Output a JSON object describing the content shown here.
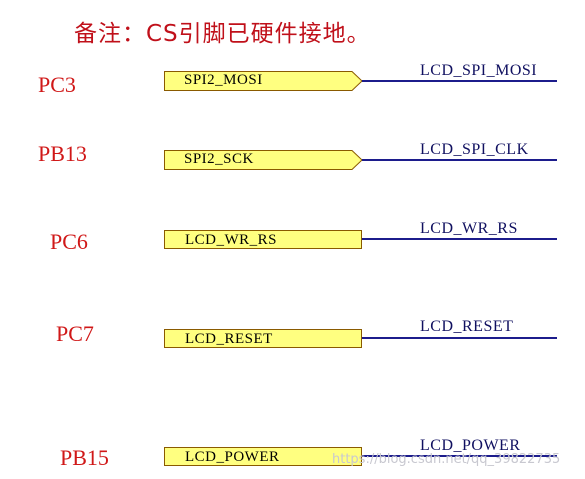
{
  "note": "备注：CS引脚已硬件接地。",
  "rows": [
    {
      "pin": "PC3",
      "port": "SPI2_MOSI",
      "net": "LCD_SPI_MOSI"
    },
    {
      "pin": "PB13",
      "port": "SPI2_SCK",
      "net": "LCD_SPI_CLK"
    },
    {
      "pin": "PC6",
      "port": "LCD_WR_RS",
      "net": "LCD_WR_RS"
    },
    {
      "pin": "PC7",
      "port": "LCD_RESET",
      "net": "LCD_RESET"
    },
    {
      "pin": "PB15",
      "port": "LCD_POWER",
      "net": "LCD_POWER"
    }
  ],
  "watermark": "https://blog.csdn.net/qq_39822735",
  "colors": {
    "pin_label": "#d01818",
    "port_fill": "#ffff80",
    "port_border": "#8a5a00",
    "net_line": "#1c1c8c"
  }
}
